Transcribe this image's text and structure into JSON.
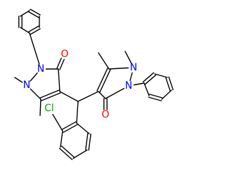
{
  "molecule": {
    "colors": {
      "bond": "#000000",
      "nitrogen": "#0000ff",
      "oxygen": "#ff0000",
      "chlorine": "#00b000",
      "background": "#ffffff"
    },
    "labels": {
      "n1": "N",
      "n2": "N",
      "n3": "N",
      "n4": "N",
      "o1": "O",
      "o2": "O",
      "cl": "Cl"
    }
  }
}
